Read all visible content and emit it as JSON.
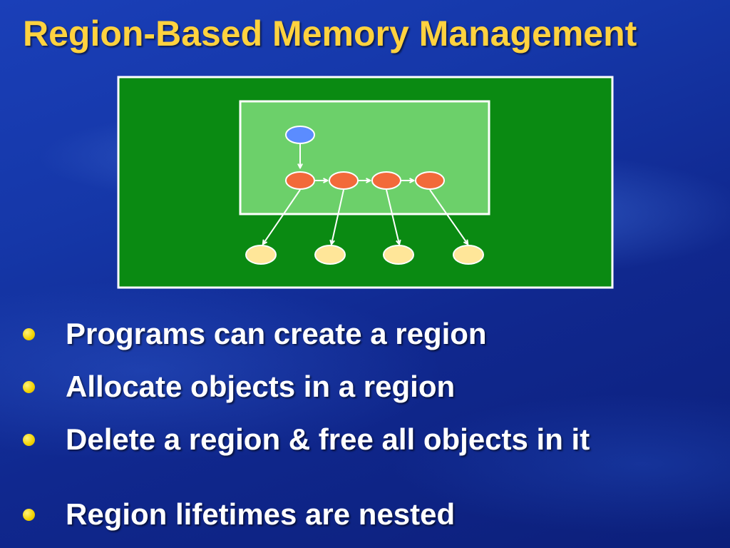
{
  "slide": {
    "title": "Region-Based Memory Management"
  },
  "diagram": {
    "outer_fill": "#0a8a12",
    "region_fill": "#6cd06a",
    "border_color": "#ffffff",
    "colors": {
      "root_node": "#5b8cff",
      "region_object": "#f26a3a",
      "external_object": "#ffe699"
    }
  },
  "bullets": [
    "Programs can create a region",
    "Allocate objects in a region",
    "Delete a region & free all objects in it",
    "Region lifetimes are nested"
  ],
  "colors": {
    "title": "#ffd23f",
    "bullet_text": "#ffffff",
    "bullet_dot": "#f2d200"
  }
}
